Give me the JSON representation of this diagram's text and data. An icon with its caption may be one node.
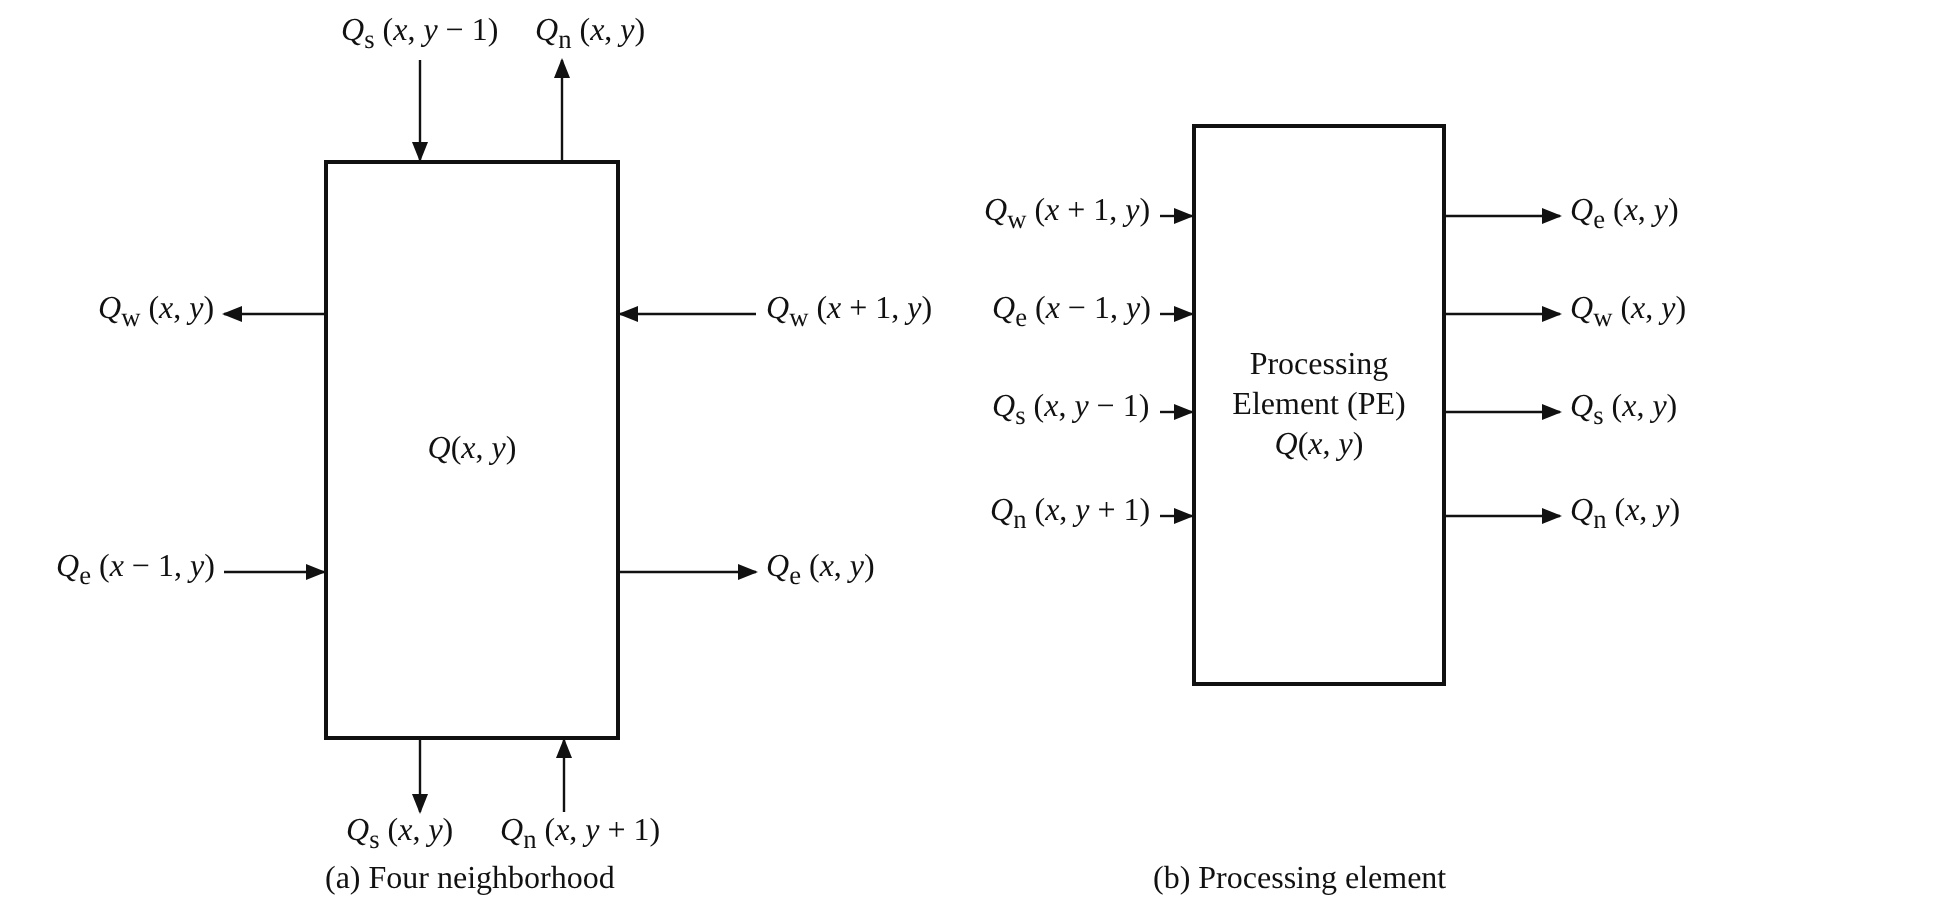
{
  "diagram": {
    "nodes": [
      {
        "text": [
          "*Q*(*x*, *y*)"
        ]
      },
      {
        "text": [
          "*Q*$_{s}$ (*x*, *y* − 1)"
        ]
      },
      {
        "text": [
          "*Q*$_{n}$ (*x*, *y*)"
        ]
      },
      {
        "text": [
          "*Q*$_{w}$ (*x*, *y*)"
        ]
      },
      {
        "text": [
          "*Q*$_{w}$ (*x* + 1, *y*)"
        ]
      },
      {
        "text": [
          "*Q*$_{e}$ (*x* − 1, *y*)"
        ]
      },
      {
        "text": [
          "*Q*$_{e}$ (*x*, *y*)"
        ]
      },
      {
        "text": [
          "*Q*$_{s}$ (*x*, *y*)"
        ]
      },
      {
        "text": [
          "*Q*$_{n}$ (*x*, *y* + 1)"
        ]
      },
      {
        "text": [
          "Processing Element (PE)",
          "*Q*(*x*, *y*)"
        ]
      },
      {
        "text": [
          "*Q*$_{w}$ (*x* + 1, *y*)"
        ]
      },
      {
        "text": [
          "*Q*$_{e}$ (*x* − 1, *y*)"
        ]
      },
      {
        "text": [
          "*Q*$_{s}$ (*x*, *y* − 1)"
        ]
      },
      {
        "text": [
          "*Q*$_{n}$ (*x*, *y* + 1)"
        ]
      },
      {
        "text": [
          "*Q*$_{e}$ (*x*, *y*)"
        ]
      },
      {
        "text": [
          "*Q*$_{w}$ (*x*, *y*)"
        ]
      },
      {
        "text": [
          "*Q*$_{s}$ (*x*, *y*)"
        ]
      },
      {
        "text": [
          "*Q*$_{n}$ (*x*, *y*)"
        ]
      }
    ],
    "edges": [
      {
        "from": 1,
        "to": 0,
        "arrow": "to"
      },
      {
        "from": 0,
        "to": 2,
        "arrow": "to"
      },
      {
        "from": 0,
        "to": 3,
        "arrow": "to"
      },
      {
        "from": 4,
        "to": 0,
        "arrow": "to"
      },
      {
        "from": 5,
        "to": 0,
        "arrow": "to"
      },
      {
        "from": 0,
        "to": 6,
        "arrow": "to"
      },
      {
        "from": 0,
        "to": 7,
        "arrow": "to"
      },
      {
        "from": 8,
        "to": 0,
        "arrow": "to"
      },
      {
        "from": 10,
        "to": 9,
        "arrow": "to"
      },
      {
        "from": 11,
        "to": 9,
        "arrow": "to"
      },
      {
        "from": 12,
        "to": 9,
        "arrow": "to"
      },
      {
        "from": 13,
        "to": 9,
        "arrow": "to"
      },
      {
        "from": 9,
        "to": 14,
        "arrow": "to"
      },
      {
        "from": 9,
        "to": 15,
        "arrow": "to"
      },
      {
        "from": 9,
        "to": 16,
        "arrow": "to"
      },
      {
        "from": 9,
        "to": 17,
        "arrow": "to"
      }
    ],
    "labels": [
      "(a) Four neighborhood",
      "(b) Processing element"
    ]
  }
}
